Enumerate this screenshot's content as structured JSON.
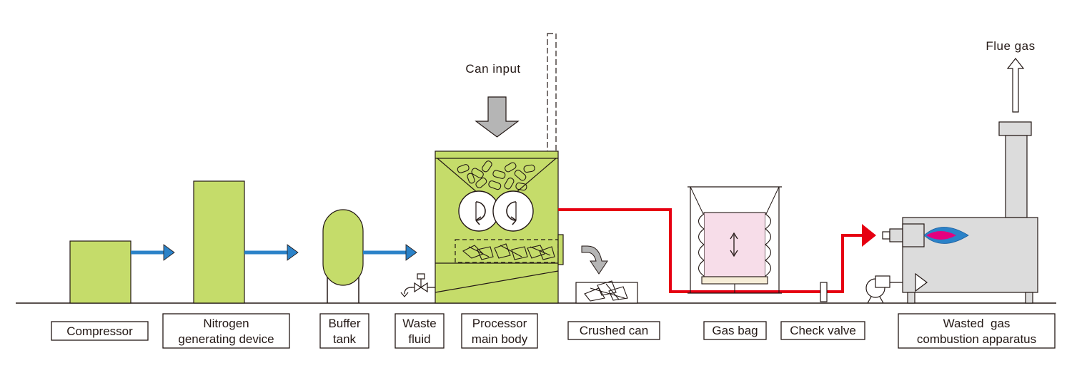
{
  "annotations": {
    "can_input": "Can input",
    "flue_gas": "Flue gas"
  },
  "labels": {
    "compressor": "Compressor",
    "nitrogen_line1": "Nitrogen",
    "nitrogen_line2": "generating device",
    "buffer_line1": "Buffer",
    "buffer_line2": "tank",
    "waste_line1": "Waste",
    "waste_line2": "fluid",
    "processor_line1": "Processor",
    "processor_line2": "main body",
    "crushed_can": "Crushed can",
    "gas_bag": "Gas bag",
    "check_valve": "Check valve",
    "wasted_line1": "Wasted  gas",
    "wasted_line2": "combustion apparatus"
  },
  "colors": {
    "equipment_green": "#c5dc6a",
    "nitrogen_flow_blue": "#2b82c8",
    "gas_flow_red": "#e60012",
    "outline": "#231815",
    "gray_arrow": "#b5b5b5",
    "gas_bag_pink": "#f7dde9",
    "apparatus_gray": "#dcdcdc"
  },
  "icons": [
    "rotation-arrow-icon",
    "up-down-arrow-icon",
    "flame-icon",
    "valve-icon",
    "pump-icon"
  ]
}
